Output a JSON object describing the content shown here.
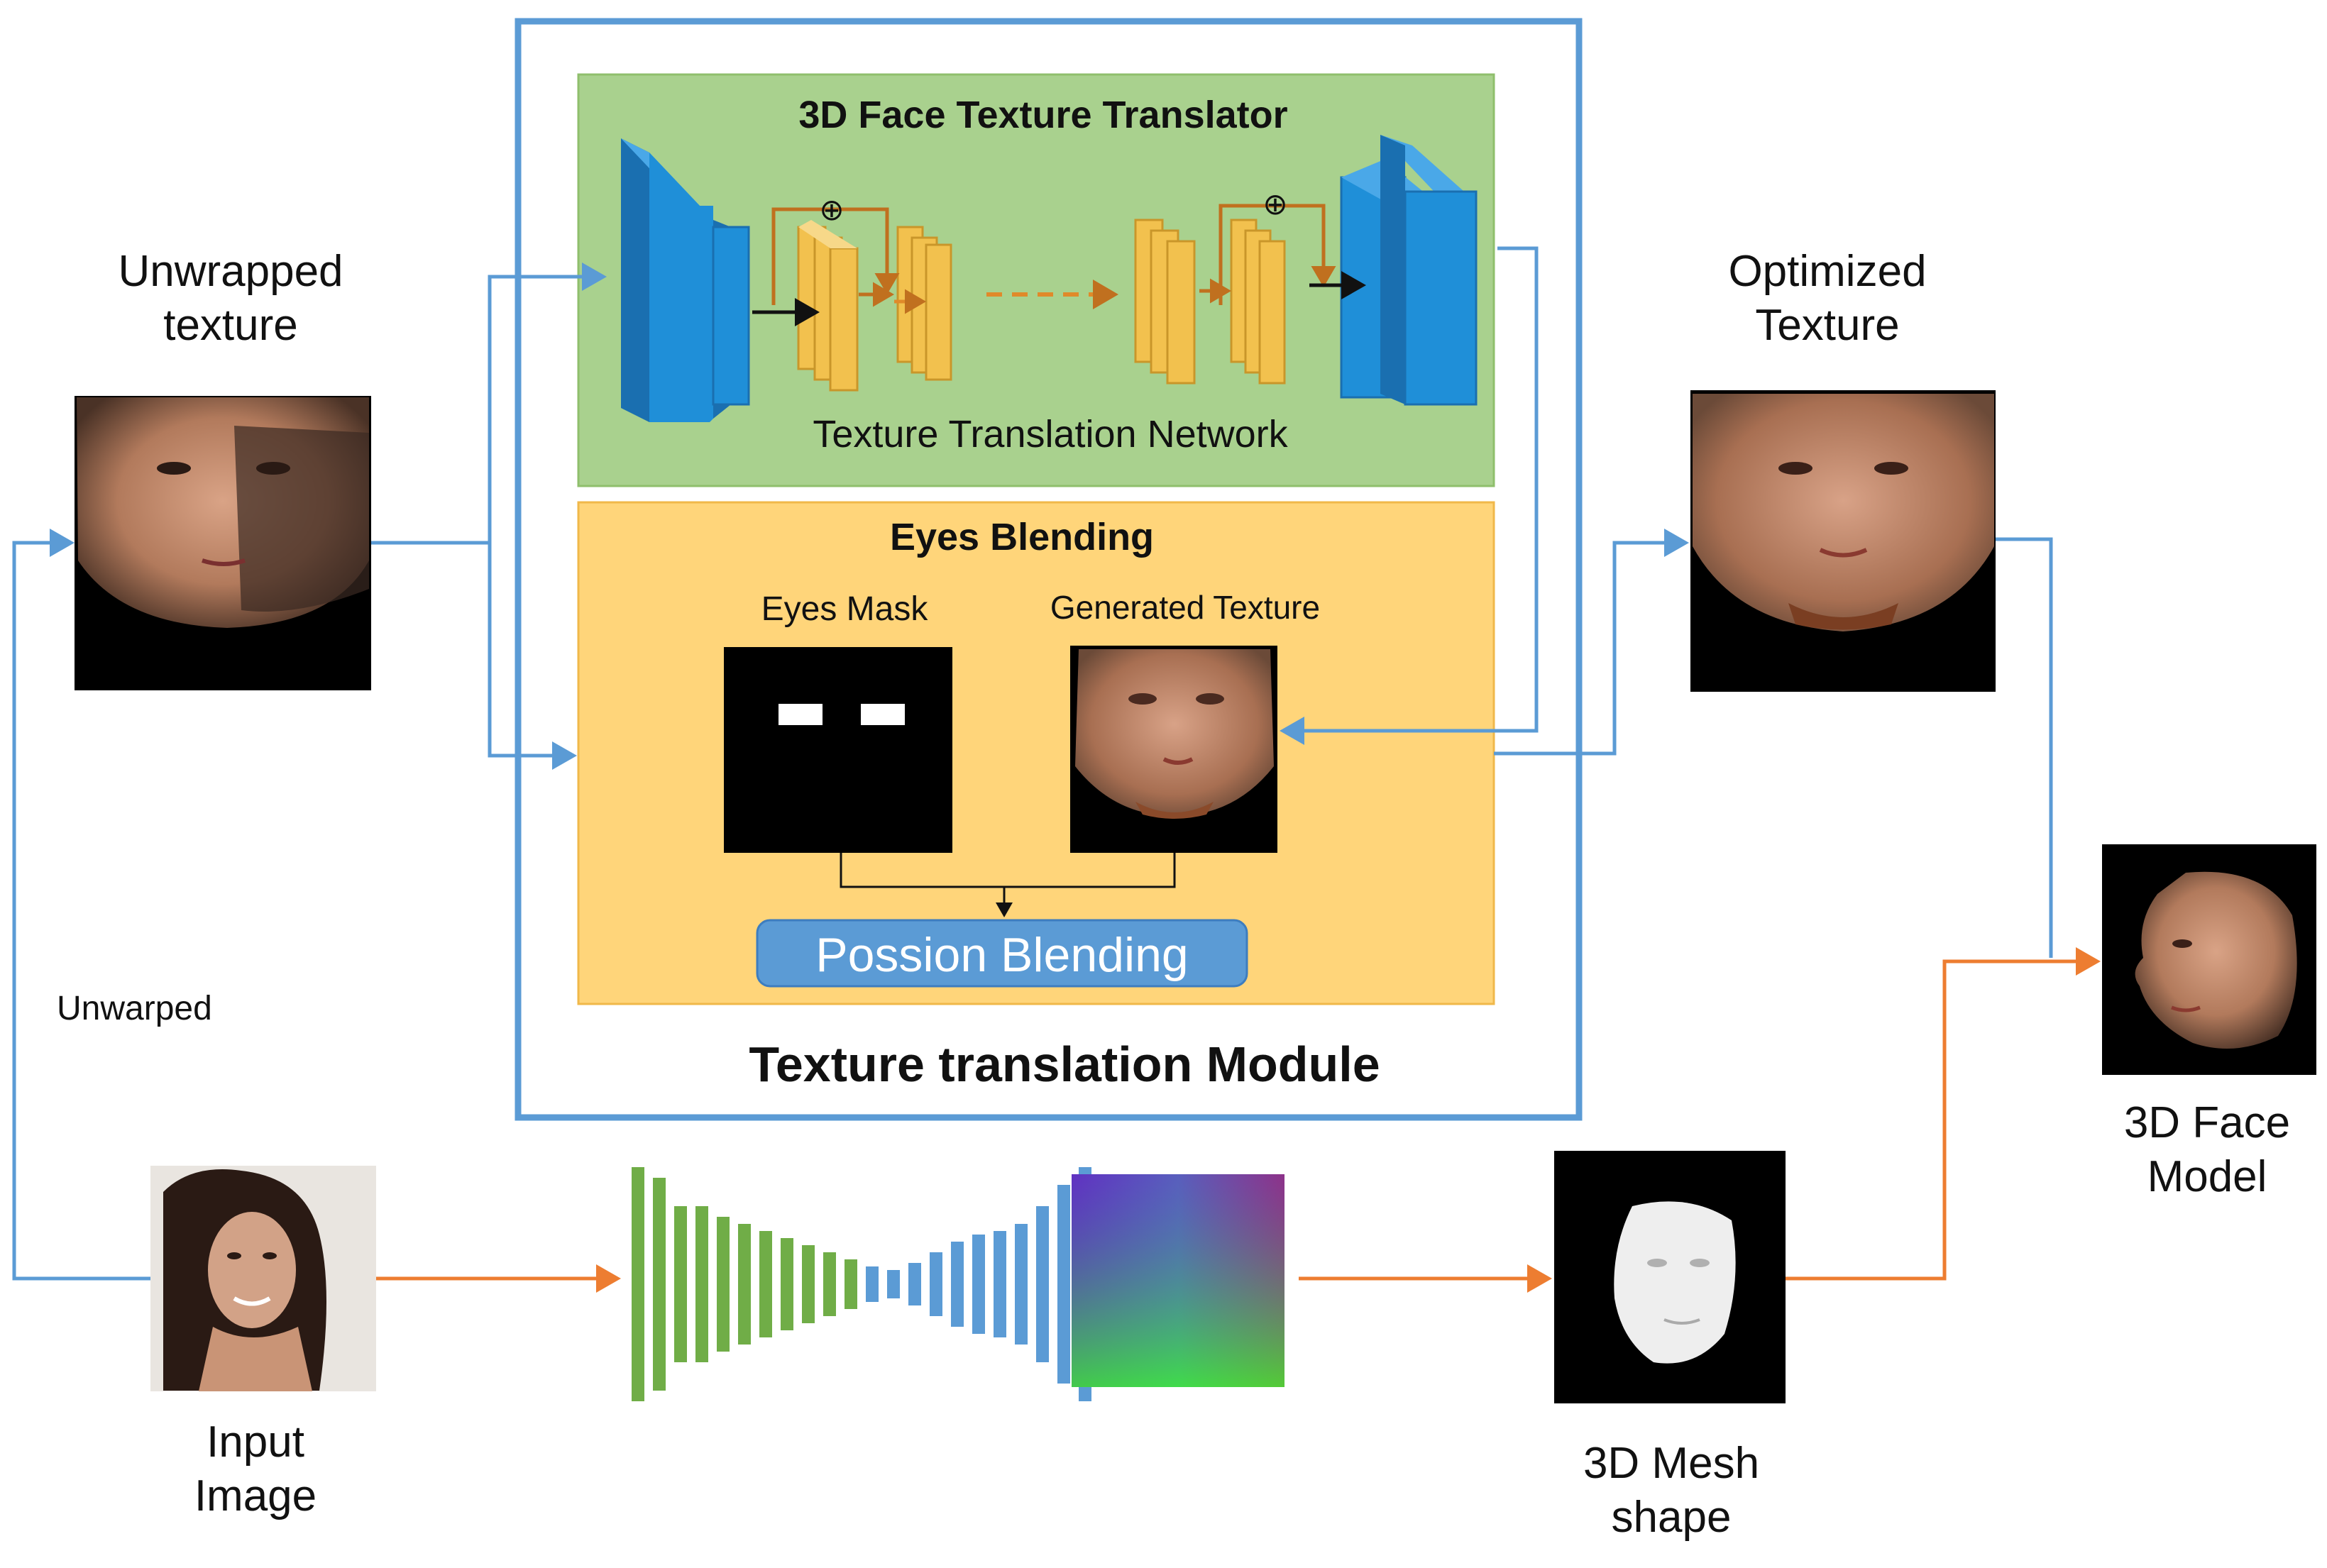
{
  "labels": {
    "unwrapped_texture_line1": "Unwrapped",
    "unwrapped_texture_line2": "texture",
    "optimized_texture_line1": "Optimized",
    "optimized_texture_line2": "Texture",
    "translator_title": "3D Face Texture Translator",
    "translation_network": "Texture Translation Network",
    "eyes_blending_title": "Eyes Blending",
    "eyes_mask": "Eyes Mask",
    "generated_texture": "Generated Texture",
    "possion_blending": "Possion Blending",
    "module_title": "Texture translation Module",
    "unwarped": "Unwarped",
    "input_image_line1": "Input",
    "input_image_line2": "Image",
    "mesh_line1": "3D Mesh",
    "mesh_line2": "shape",
    "face_model_line1": "3D Face",
    "face_model_line2": "Model",
    "plus_symbol": "⊕"
  },
  "colors": {
    "module_border": "#5b9bd5",
    "translator_bg": "#a9d18e",
    "eyes_bg": "#ffd57a",
    "blue_arrow": "#5b9bd5",
    "orange_arrow": "#ed7d31",
    "layer_blue": "#1f8fd8",
    "layer_yellow": "#f2c14e",
    "blending_button": "#5b9bd5"
  }
}
